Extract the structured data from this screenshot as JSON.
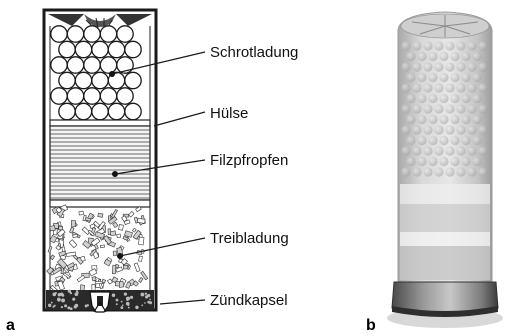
{
  "figure": {
    "panel_a_label": "a",
    "panel_b_label": "b",
    "labels": {
      "shot_charge": "Schrotladung",
      "hull": "Hülse",
      "felt_wad": "Filzpfropfen",
      "propellant": "Treibladung",
      "primer": "Zündkapsel"
    }
  }
}
